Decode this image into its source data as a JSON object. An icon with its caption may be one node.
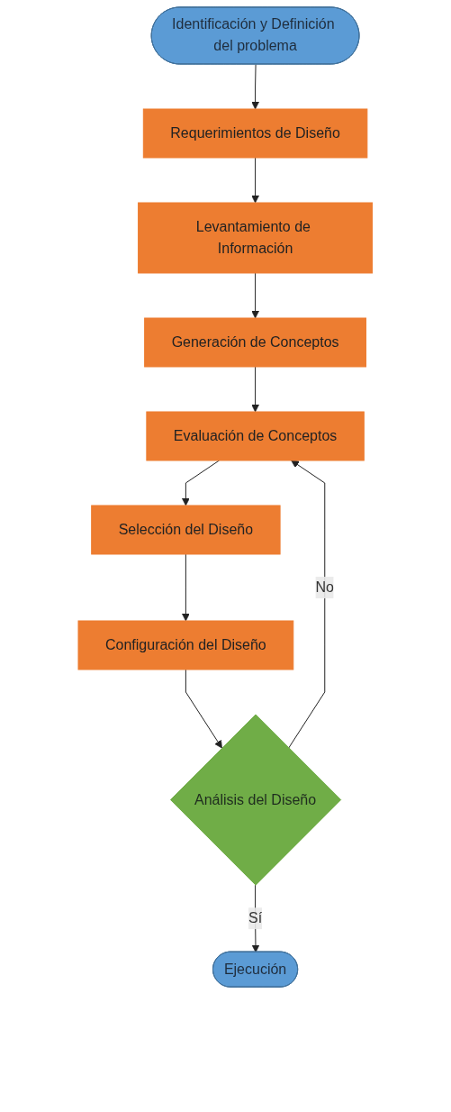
{
  "diagram": {
    "nodes": [
      {
        "text": [
          "Identificación y Definición del problema"
        ]
      },
      {
        "text": [
          "Requerimientos de Diseño"
        ]
      },
      {
        "text": [
          "Levantamiento de Información"
        ]
      },
      {
        "text": [
          "Generación de Conceptos"
        ]
      },
      {
        "text": [
          "Evaluación de Conceptos"
        ]
      },
      {
        "text": [
          "Selección del Diseño"
        ]
      },
      {
        "text": [
          "Configuración del Diseño"
        ]
      },
      {
        "text": [
          "Análisis del Diseño"
        ]
      },
      {
        "text": [
          "Ejecución"
        ]
      }
    ],
    "edges": [
      {
        "from": 0,
        "to": 1,
        "arrow": "to"
      },
      {
        "from": 1,
        "to": 2,
        "arrow": "to"
      },
      {
        "from": 2,
        "to": 3,
        "arrow": "to"
      },
      {
        "from": 3,
        "to": 4,
        "arrow": "to"
      },
      {
        "from": 4,
        "to": 5,
        "arrow": "to"
      },
      {
        "from": 5,
        "to": 6,
        "arrow": "to"
      },
      {
        "from": 6,
        "to": 7,
        "arrow": "to"
      },
      {
        "from": 7,
        "to": 4,
        "arrow": "to",
        "label": "No"
      },
      {
        "from": 7,
        "to": 8,
        "arrow": "to",
        "label": "Sí"
      }
    ]
  }
}
